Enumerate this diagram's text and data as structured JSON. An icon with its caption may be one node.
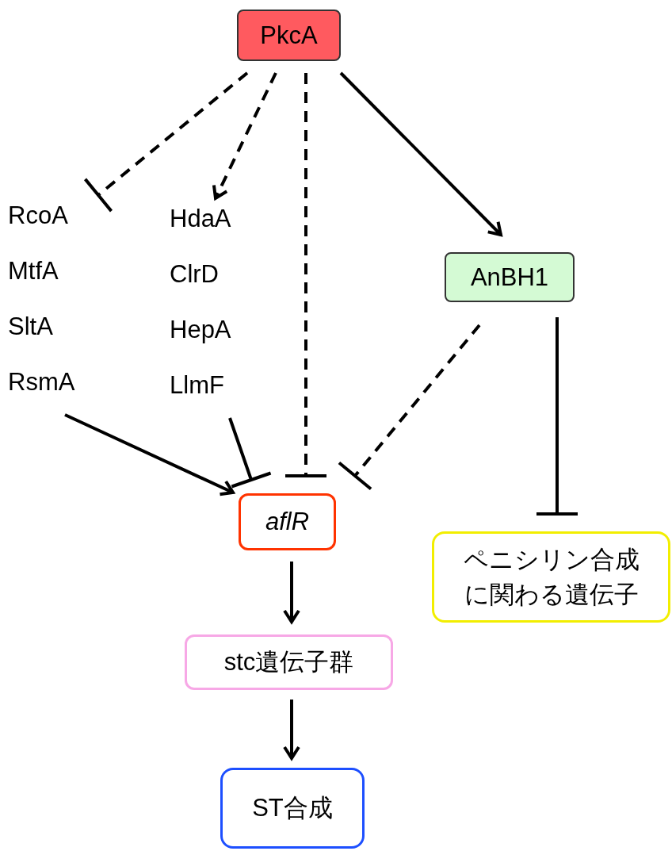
{
  "diagram": {
    "nodes": [
      {
        "text": [
          "PkcA"
        ]
      },
      {
        "text": [
          "RcoA",
          "MtfA",
          "SltA",
          "RsmA"
        ]
      },
      {
        "text": [
          "HdaA",
          "ClrD",
          "HepA",
          "LlmF"
        ]
      },
      {
        "text": [
          "AnBH1"
        ]
      },
      {
        "text": [
          "aflR"
        ]
      },
      {
        "text": [
          "stc遺伝子群"
        ]
      },
      {
        "text": [
          "ST合成"
        ]
      },
      {
        "text": [
          "ペニシリン合成に関わる遺伝子"
        ]
      }
    ],
    "edges": [
      {
        "from": 0,
        "to": 1,
        "arrow": "other",
        "style": "dashed"
      },
      {
        "from": 0,
        "to": 2,
        "arrow": "to",
        "style": "dashed"
      },
      {
        "from": 0,
        "to": 4,
        "arrow": "other",
        "style": "dashed"
      },
      {
        "from": 0,
        "to": 3,
        "arrow": "to"
      },
      {
        "from": 1,
        "to": 4,
        "arrow": "to"
      },
      {
        "from": 2,
        "to": 4,
        "arrow": "other"
      },
      {
        "from": 3,
        "to": 4,
        "arrow": "other",
        "style": "dashed"
      },
      {
        "from": 3,
        "to": 7,
        "arrow": "other"
      },
      {
        "from": 4,
        "to": 5,
        "arrow": "to"
      },
      {
        "from": 5,
        "to": 6,
        "arrow": "to"
      }
    ]
  }
}
